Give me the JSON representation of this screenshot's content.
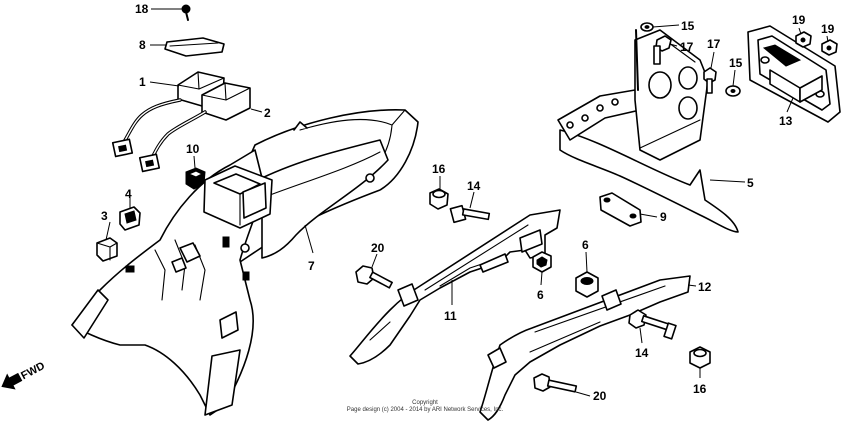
{
  "callouts": {
    "p1": "1",
    "p2": "2",
    "p3": "3",
    "p4": "4",
    "p5": "5",
    "p6a": "6",
    "p6b": "6",
    "p7": "7",
    "p8": "8",
    "p9": "9",
    "p10": "10",
    "p11": "11",
    "p12": "12",
    "p13": "13",
    "p14a": "14",
    "p14b": "14",
    "p15a": "15",
    "p15b": "15",
    "p16a": "16",
    "p16b": "16",
    "p17a": "17",
    "p17b": "17",
    "p18": "18",
    "p19a": "19",
    "p19b": "19",
    "p20a": "20",
    "p20b": "20"
  },
  "direction": {
    "label": "FWD",
    "icon": "arrow-down-left-icon"
  },
  "footer": {
    "line1": "Copyright",
    "line2": "Page design (c) 2004 - 2014 by ARI Network Services, Inc."
  }
}
